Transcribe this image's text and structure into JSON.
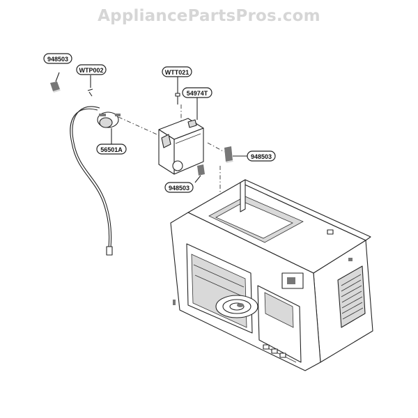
{
  "watermark": {
    "text": "AppliancePartsPros.com"
  },
  "labels": {
    "part_948503_top": "948503",
    "part_wtp002": "WTP002",
    "part_wtt021": "WTT021",
    "part_54974t": "54974T",
    "part_56501a": "56501A",
    "part_948503_right": "948503",
    "part_948503_bottom": "948503"
  }
}
